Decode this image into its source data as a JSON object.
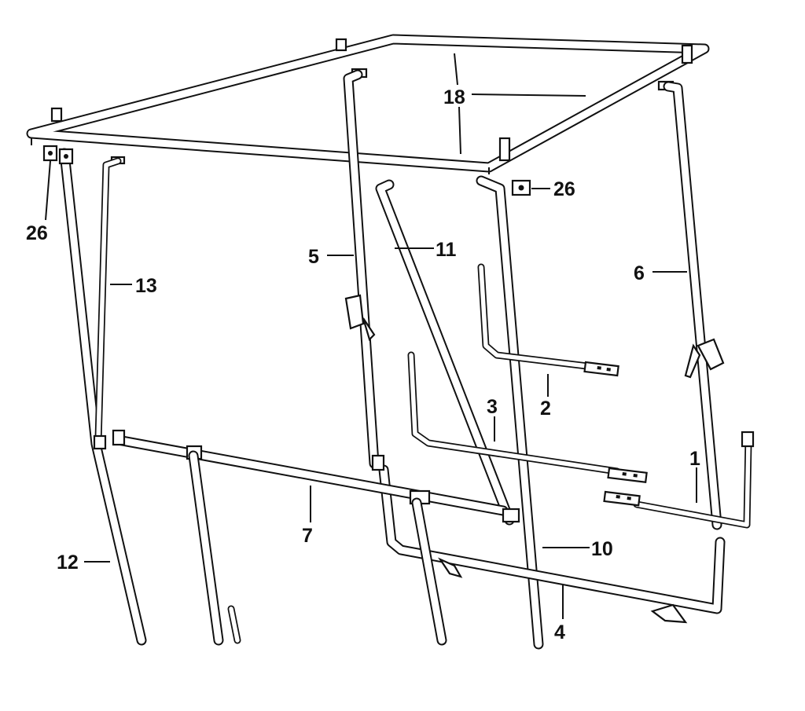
{
  "diagram": {
    "callouts": [
      {
        "id": "18",
        "text": "18"
      },
      {
        "id": "26a",
        "text": "26"
      },
      {
        "id": "26b",
        "text": "26"
      },
      {
        "id": "5",
        "text": "5"
      },
      {
        "id": "11",
        "text": "11"
      },
      {
        "id": "6",
        "text": "6"
      },
      {
        "id": "13",
        "text": "13"
      },
      {
        "id": "2",
        "text": "2"
      },
      {
        "id": "3",
        "text": "3"
      },
      {
        "id": "1",
        "text": "1"
      },
      {
        "id": "7",
        "text": "7"
      },
      {
        "id": "10",
        "text": "10"
      },
      {
        "id": "12",
        "text": "12"
      },
      {
        "id": "4",
        "text": "4"
      }
    ]
  }
}
